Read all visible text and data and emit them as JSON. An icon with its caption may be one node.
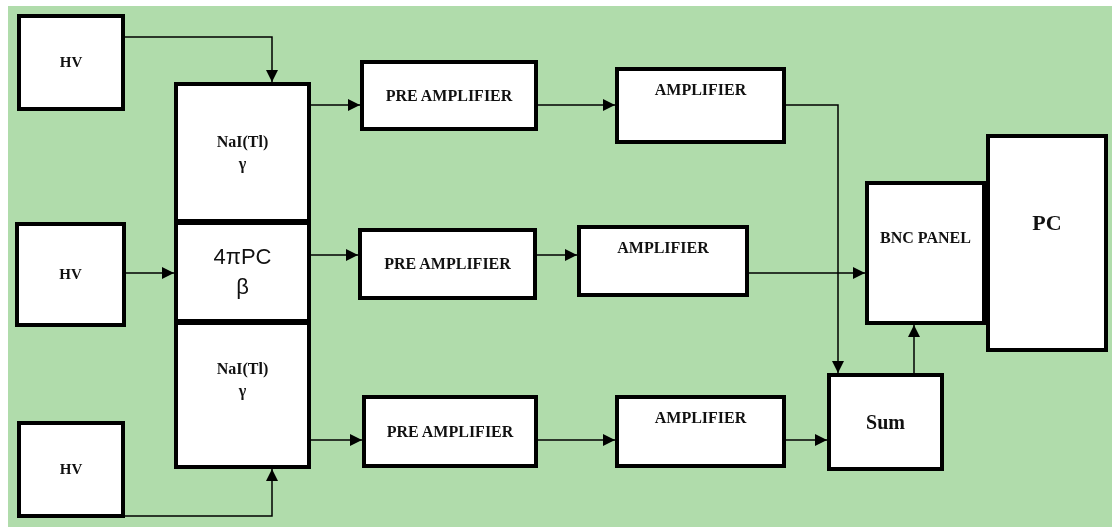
{
  "diagram": {
    "nodes": [
      {
        "text": [
          "HV"
        ]
      },
      {
        "text": [
          "NaI(Tl)",
          "γ"
        ]
      },
      {
        "text": [
          "PRE AMPLIFIER"
        ]
      },
      {
        "text": [
          "AMPLIFIER"
        ]
      },
      {
        "text": [
          "PC"
        ]
      },
      {
        "text": [
          "BNC PANEL"
        ]
      },
      {
        "text": [
          "HV"
        ]
      },
      {
        "text": [
          "4πPC",
          "β"
        ]
      },
      {
        "text": [
          "PRE AMPLIFIER"
        ]
      },
      {
        "text": [
          "AMPLIFIER"
        ]
      },
      {
        "text": [
          "NaI(Tl)",
          "γ"
        ]
      },
      {
        "text": [
          "PRE AMPLIFIER"
        ]
      },
      {
        "text": [
          "AMPLIFIER"
        ]
      },
      {
        "text": [
          "Sum"
        ]
      },
      {
        "text": [
          "HV"
        ]
      }
    ],
    "edges": [
      {
        "from": 0,
        "to": 1,
        "arrow": "to"
      },
      {
        "from": 1,
        "to": 2,
        "arrow": "to"
      },
      {
        "from": 2,
        "to": 3,
        "arrow": "to"
      },
      {
        "from": 3,
        "to": 13,
        "arrow": "to"
      },
      {
        "from": 6,
        "to": 7,
        "arrow": "to"
      },
      {
        "from": 7,
        "to": 8,
        "arrow": "to"
      },
      {
        "from": 8,
        "to": 9,
        "arrow": "to"
      },
      {
        "from": 9,
        "to": 5,
        "arrow": "to"
      },
      {
        "from": 14,
        "to": 10,
        "arrow": "to"
      },
      {
        "from": 10,
        "to": 11,
        "arrow": "to"
      },
      {
        "from": 11,
        "to": 12,
        "arrow": "to"
      },
      {
        "from": 12,
        "to": 13,
        "arrow": "to"
      },
      {
        "from": 13,
        "to": 5,
        "arrow": "to"
      }
    ]
  }
}
